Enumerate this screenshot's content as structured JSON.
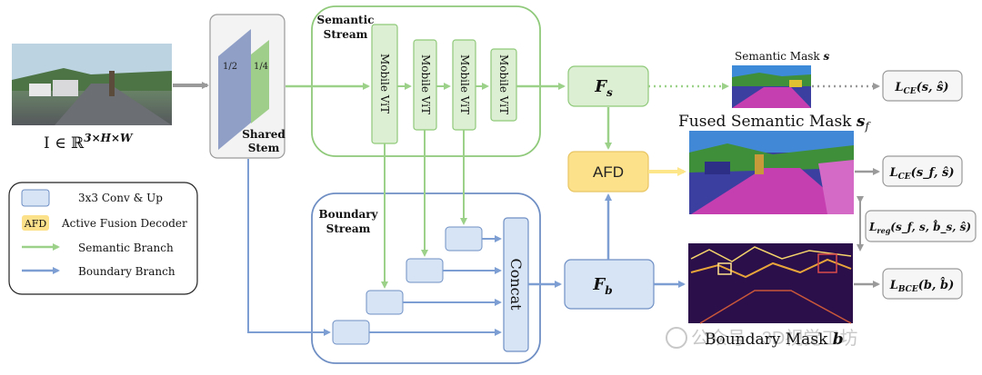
{
  "input": {
    "label": "I ∈ ℝ",
    "superscript": "3×H×W"
  },
  "stem": {
    "label_line1": "Shared",
    "label_line2": "Stem",
    "scale_a": "1/2",
    "scale_b": "1/4"
  },
  "semantic_stream": {
    "title_line1": "Semantic",
    "title_line2": "Stream",
    "blocks": [
      "Mobile ViT",
      "Mobile ViT",
      "Mobile ViT",
      "Mobile ViT"
    ]
  },
  "boundary_stream": {
    "title_line1": "Boundary",
    "title_line2": "Stream",
    "concat_label": "Concat"
  },
  "features": {
    "fs_main": "F",
    "fs_sub": "s",
    "fb_main": "F",
    "fb_sub": "b",
    "afd_label": "AFD"
  },
  "outputs": {
    "semantic_mask_label": "Semantic Mask",
    "semantic_mask_sym": "s",
    "fused_mask_label": "Fused Semantic Mask",
    "fused_mask_sym": "s",
    "fused_mask_sub": "f",
    "boundary_mask_label": "Boundary Mask",
    "boundary_mask_sym": "b"
  },
  "losses": {
    "l1": {
      "main": "L",
      "sub": "CE",
      "args": "(s, ŝ)"
    },
    "l2": {
      "main": "L",
      "sub": "CE",
      "args": "(s_f, ŝ)"
    },
    "l3": {
      "main": "L",
      "sub": "reg",
      "args": "(s_f, s, b̂_s, ŝ)"
    },
    "l4": {
      "main": "L",
      "sub": "BCE",
      "args": "(b, b̂)"
    }
  },
  "legend": {
    "conv_label": "3x3 Conv & Up",
    "afd_tag": "AFD",
    "afd_label": "Active Fusion Decoder",
    "semantic_branch": "Semantic Branch",
    "boundary_branch": "Boundary Branch"
  },
  "watermark": "公众号 · 3D视觉工坊",
  "colors": {
    "green_border": "#8fc97a",
    "green_fill": "#dcefd2",
    "blue_border": "#6f8fc4",
    "blue_fill": "#d6e4f5",
    "afd_fill": "#fde08a",
    "arrow_green": "#9cd18a",
    "arrow_blue": "#7c9ed2",
    "arrow_gray": "#9a9a9a",
    "arrow_yellow": "#fde68a"
  }
}
